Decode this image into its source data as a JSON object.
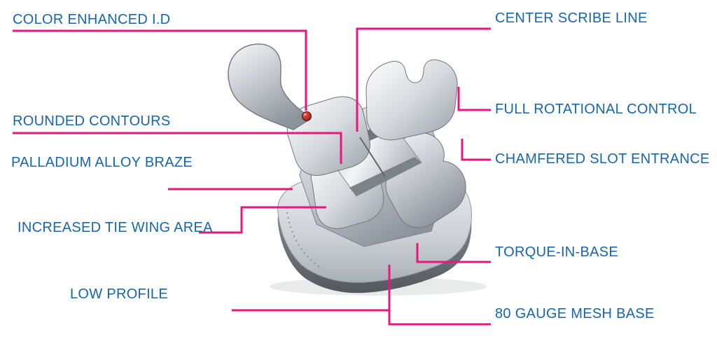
{
  "figure": {
    "type": "annotated-product-diagram",
    "subject": "orthodontic twin bracket"
  },
  "colors": {
    "background": "#ffffff",
    "label_text": "#1566AE",
    "leader_line": "#EA157E",
    "id_dot": "#B02A20"
  },
  "labels": [
    {
      "id": "color-enhanced-id",
      "text": "COLOR ENHANCED I.D",
      "side": "left"
    },
    {
      "id": "rounded-contours",
      "text": "ROUNDED CONTOURS",
      "side": "left"
    },
    {
      "id": "palladium-alloy-braze",
      "text": "PALLADIUM ALLOY BRAZE",
      "side": "left"
    },
    {
      "id": "increased-tie-wing-area",
      "text": "INCREASED TIE WING AREA",
      "side": "left"
    },
    {
      "id": "low-profile",
      "text": "LOW PROFILE",
      "side": "left"
    },
    {
      "id": "center-scribe-line",
      "text": "CENTER SCRIBE LINE",
      "side": "right"
    },
    {
      "id": "full-rotational-control",
      "text": "FULL ROTATIONAL CONTROL",
      "side": "right"
    },
    {
      "id": "chamfered-slot-entrance",
      "text": "CHAMFERED SLOT ENTRANCE",
      "side": "right"
    },
    {
      "id": "torque-in-base",
      "text": "TORQUE-IN-BASE",
      "side": "right"
    },
    {
      "id": "80-gauge-mesh-base",
      "text": "80 GAUGE MESH BASE",
      "side": "right"
    }
  ]
}
